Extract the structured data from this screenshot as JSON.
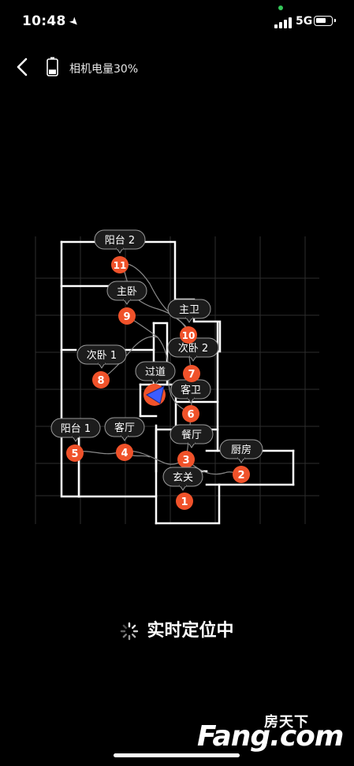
{
  "status_bar": {
    "time": "10:48",
    "network": "5G"
  },
  "header": {
    "battery_label": "相机电量30%",
    "camera_battery_level": 0.3
  },
  "map": {
    "rooms": [
      {
        "number": "1",
        "label": ""
      },
      {
        "number": "2",
        "label": "厨房"
      },
      {
        "number": "3",
        "label": "餐厅"
      },
      {
        "number": "4",
        "label": "客厅"
      },
      {
        "number": "5",
        "label": "阳台 1"
      },
      {
        "number": "6",
        "label": "客卫"
      },
      {
        "number": "7",
        "label": "次卧 2"
      },
      {
        "number": "8",
        "label": "次卧 1"
      },
      {
        "number": "9",
        "label": "主卧"
      },
      {
        "number": "10",
        "label": "主卫"
      },
      {
        "number": "11",
        "label": "阳台 2"
      }
    ],
    "extra_labels": [
      "玄关",
      "过道"
    ]
  },
  "locating_text": "实时定位中",
  "watermark": {
    "cn": "房天下",
    "en": "Fang.com"
  },
  "colors": {
    "marker": "#f0522a",
    "wall": "#ffffff",
    "grid": "#2e2e2e",
    "bubble": "#1c1c1c",
    "position": "#3b5cff"
  }
}
